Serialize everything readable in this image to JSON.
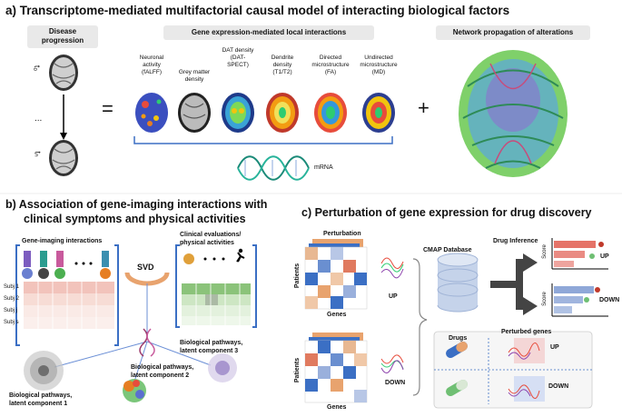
{
  "panel_a": {
    "title": "a)  Transcriptome-mediated multifactorial causal model of interacting biological factors",
    "disease_progression": "Disease progression",
    "t0": "t₀",
    "tn": "tₙ",
    "dots": "...",
    "equals": "=",
    "plus": "+",
    "local_interactions_title": "Gene expression-mediated local interactions",
    "network_title": "Network propagation of alterations",
    "factors": [
      "Neuronal activity (fALFF)",
      "Grey matter density",
      "DAT density (DAT-SPECT)",
      "Dendrite density (T1/T2)",
      "Directed microstructure (FA)",
      "Undirected microstructure (MD)"
    ],
    "mrna": "mRNA"
  },
  "panel_b": {
    "title_line1": "b)  Association of gene-imaging interactions with",
    "title_line2": "clinical symptoms and physical activities",
    "gene_imaging": "Gene-imaging interactions",
    "clinical_line1": "Clinical evaluations/",
    "clinical_line2": "physical activities",
    "svd": "SVD",
    "subjects": [
      "Subj 1",
      "Subj 2",
      "Subj j",
      "Subj s"
    ],
    "pathway1_l1": "Biological pathways,",
    "pathway1_l2": "latent component 1",
    "pathway2_l1": "Biological pathways,",
    "pathway2_l2": "latent component 2",
    "pathway3_l1": "Biological pathways,",
    "pathway3_l2": "latent component 3"
  },
  "panel_c": {
    "title": "c)  Perturbation of gene expression for drug discovery",
    "perturbation": "Perturbation",
    "patients": "Patients",
    "genes": "Genes",
    "up": "UP",
    "down": "DOWN",
    "cmap": "CMAP Database",
    "drug_inference": "Drug Inference",
    "score": "Score",
    "drugs": "Drugs",
    "perturbed_genes": "Perturbed genes"
  },
  "colors": {
    "bracket_blue": "#3b6fc4",
    "heat_red": "#e05a4e",
    "bar_blue": "#8fa8d8",
    "orange": "#e8a36e"
  }
}
